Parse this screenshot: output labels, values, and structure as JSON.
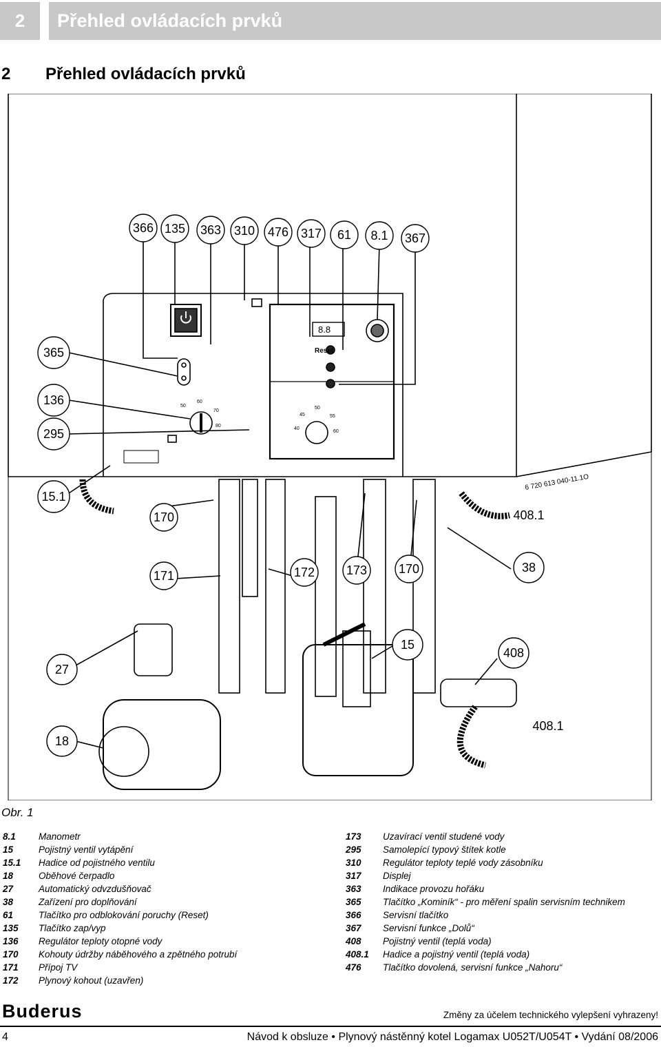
{
  "header": {
    "number": "2",
    "title": "Přehled ovládacích prvků"
  },
  "section": {
    "number": "2",
    "title": "Přehled ovládacích prvků"
  },
  "figure": {
    "callouts_top": [
      "366",
      "135",
      "363",
      "310",
      "476",
      "317",
      "61",
      "8.1",
      "367"
    ],
    "callouts_left": [
      "365",
      "136",
      "295",
      "15.1"
    ],
    "callouts_middle": [
      "170",
      "171",
      "172",
      "173",
      "170",
      "38",
      "408.1"
    ],
    "callouts_bottom": [
      "27",
      "18",
      "15",
      "408",
      "408.1"
    ],
    "drawing_code": "6 720 613 040-11.1O",
    "panel_labels": {
      "reset": "Reset",
      "dial1": [
        "50",
        "60",
        "70",
        "80"
      ],
      "dial2": [
        "40",
        "45",
        "50",
        "55",
        "60"
      ]
    },
    "caption": "Obr. 1"
  },
  "legend_left": [
    {
      "key": "8.1",
      "text": "Manometr"
    },
    {
      "key": "15",
      "text": "Pojistný ventil vytápění"
    },
    {
      "key": "15.1",
      "text": "Hadice od pojistného ventilu"
    },
    {
      "key": "18",
      "text": "Oběhové čerpadlo"
    },
    {
      "key": "27",
      "text": "Automatický odvzdušňovač"
    },
    {
      "key": "38",
      "text": "Zařízení pro doplňování"
    },
    {
      "key": "61",
      "text": "Tlačítko pro odblokování poruchy (Reset)"
    },
    {
      "key": "135",
      "text": "Tlačítko zap/vyp"
    },
    {
      "key": "136",
      "text": "Regulátor teploty otopné vody"
    },
    {
      "key": "170",
      "text": "Kohouty údržby náběhového a zpětného potrubí"
    },
    {
      "key": "171",
      "text": "Přípoj TV"
    },
    {
      "key": "172",
      "text": "Plynový kohout (uzavřen)"
    }
  ],
  "legend_right": [
    {
      "key": "173",
      "text": "Uzavírací ventil studené vody"
    },
    {
      "key": "295",
      "text": "Samolepící typový štítek kotle"
    },
    {
      "key": "310",
      "text": "Regulátor teploty teplé vody zásobníku"
    },
    {
      "key": "317",
      "text": "Displej"
    },
    {
      "key": "363",
      "text": "Indikace provozu hořáku"
    },
    {
      "key": "365",
      "text": "Tlačítko „Kominík“ - pro měření spalin servisním technikem"
    },
    {
      "key": "366",
      "text": "Servisní tlačítko"
    },
    {
      "key": "367",
      "text": "Servisní funkce „Dolů“"
    },
    {
      "key": "408",
      "text": "Pojistný ventil (teplá voda)"
    },
    {
      "key": "408.1",
      "text": "Hadice a pojistný ventil (teplá voda)"
    },
    {
      "key": "476",
      "text": "Tlačítko dovolená, servisní funkce „Nahoru“"
    }
  ],
  "brand": "Buderus",
  "footer": {
    "changes": "Změny za účelem technického vylepšení vyhrazeny!",
    "page": "4",
    "title": "Návod k obsluze • Plynový nástěnný kotel Logamax U052T/U054T • Vydání 08/2006"
  }
}
